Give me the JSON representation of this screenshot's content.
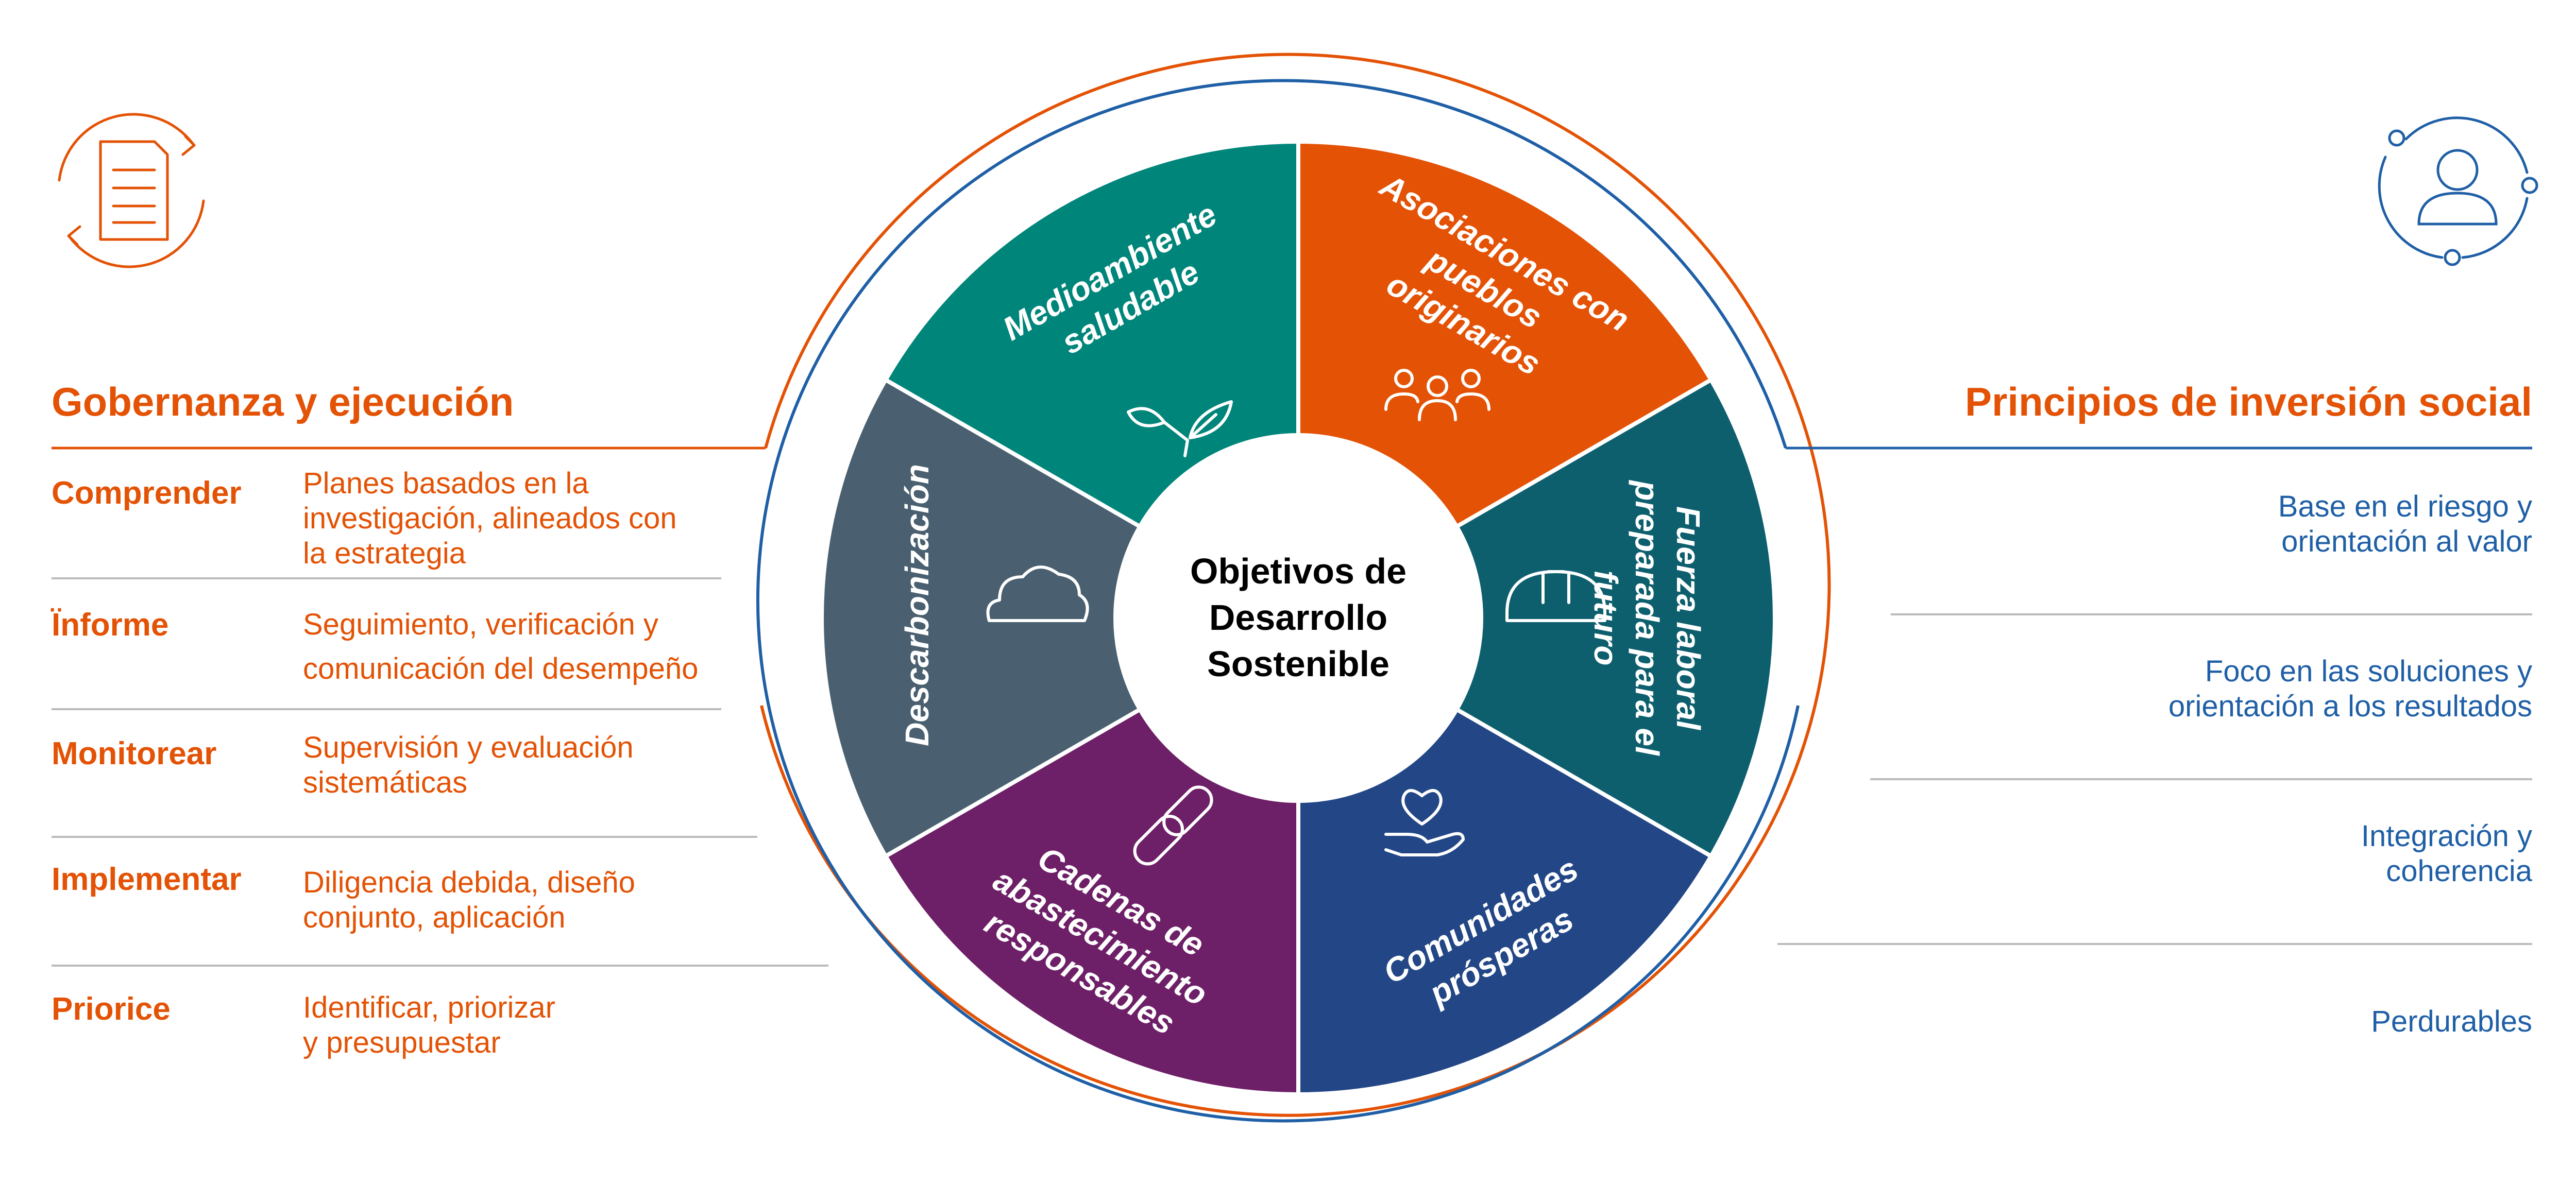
{
  "colors": {
    "orange": "#e35205",
    "blue": "#1f5fa6",
    "teal": "#00857a",
    "orange_segment": "#e35205",
    "petrol": "#0e5f6e",
    "navy": "#234786",
    "purple": "#6d1f67",
    "slate": "#4a6070",
    "rule_gray": "#bbbbbb"
  },
  "governance": {
    "title": "Gobernanza y ejecución",
    "icon": "document-cycle-icon",
    "rows": [
      {
        "term": "Comprender",
        "desc": [
          "Planes basados en la",
          "investigación, alineados con",
          "la estrategia"
        ]
      },
      {
        "term": "Ïnforme",
        "desc": [
          "Seguimiento, verificación y",
          "comunicación del desempeño"
        ]
      },
      {
        "term": "Monitorear",
        "desc": [
          "Supervisión y evaluación",
          "sistemáticas"
        ]
      },
      {
        "term": "Implementar",
        "desc": [
          "Diligencia debida, diseño",
          "conjunto, aplicación"
        ]
      },
      {
        "term": "Priorice",
        "desc": [
          "Identificar, priorizar",
          "y presupuestar"
        ]
      }
    ]
  },
  "principles": {
    "title": "Principios de inversión social",
    "icon": "person-network-icon",
    "items": [
      [
        "Base en el riesgo y",
        "orientación al valor"
      ],
      [
        "Foco en las soluciones y",
        "orientación a los resultados"
      ],
      [
        "Integración y",
        "coherencia"
      ],
      [
        "Perdurables"
      ]
    ]
  },
  "wheel": {
    "center": [
      "Objetivos de",
      "Desarrollo",
      "Sostenible"
    ],
    "segments": [
      {
        "lines": [
          "Medioambiente",
          "saludable"
        ],
        "icon": "leaves-icon",
        "color": "#00857a"
      },
      {
        "lines": [
          "Asociaciones con",
          "pueblos",
          "originarios"
        ],
        "icon": "people-group-icon",
        "color": "#e35205"
      },
      {
        "lines": [
          "Fuerza laboral",
          "preparada para el",
          "futuro"
        ],
        "icon": "hard-hat-icon",
        "color": "#0e5f6e"
      },
      {
        "lines": [
          "Comunidades",
          "prósperas"
        ],
        "icon": "heart-hand-icon",
        "color": "#234786"
      },
      {
        "lines": [
          "Cadenas de",
          "abastecimiento",
          "responsables"
        ],
        "icon": "chain-link-icon",
        "color": "#6d1f67"
      },
      {
        "lines": [
          "Descarbonización"
        ],
        "icon": "cloud-icon",
        "color": "#4a6070"
      }
    ]
  }
}
